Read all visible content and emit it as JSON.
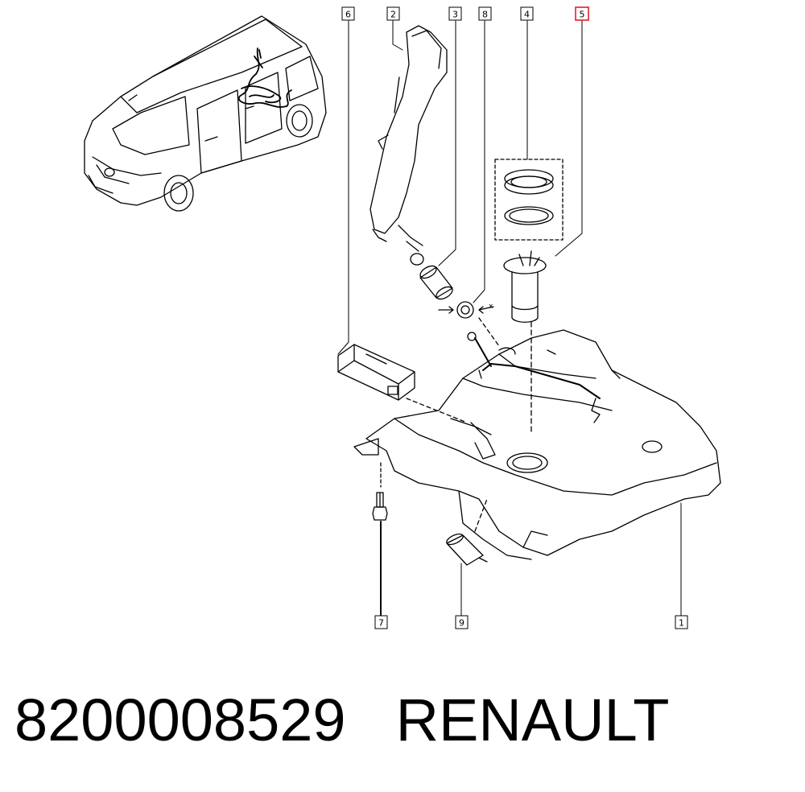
{
  "part_labels": [
    {
      "id": "6",
      "highlighted": false
    },
    {
      "id": "2",
      "highlighted": false
    },
    {
      "id": "3",
      "highlighted": false
    },
    {
      "id": "8",
      "highlighted": false
    },
    {
      "id": "4",
      "highlighted": false
    },
    {
      "id": "5",
      "highlighted": true
    },
    {
      "id": "7",
      "highlighted": false
    },
    {
      "id": "9",
      "highlighted": false
    },
    {
      "id": "1",
      "highlighted": false
    }
  ],
  "direction_marker": "x",
  "caption": {
    "part_number": "8200008529",
    "brand": "RENAULT"
  },
  "colors": {
    "line": "#000000",
    "highlight": "#e0202a",
    "background": "#ffffff"
  }
}
